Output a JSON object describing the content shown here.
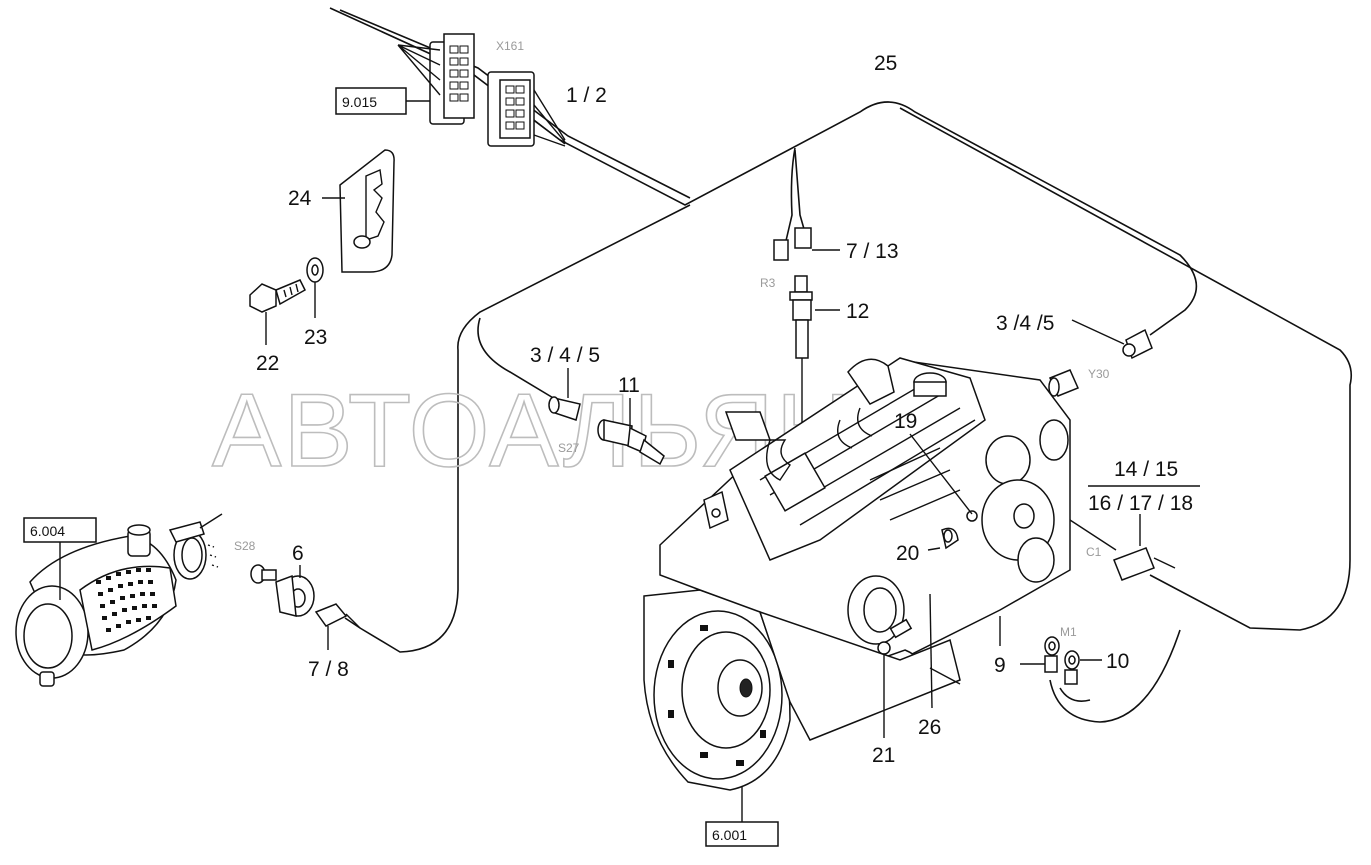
{
  "watermark": "АВТОАЛЬЯНС",
  "reference_boxes": {
    "ref_9015": "9.015",
    "ref_6004": "6.004",
    "ref_6001": "6.001"
  },
  "callouts": {
    "c_1_2": "1 / 2",
    "c_25": "25",
    "c_24": "24",
    "c_7_13": "7 / 13",
    "c_12": "12",
    "c_22": "22",
    "c_23": "23",
    "c_3_4_5_top": "3 /4 /5",
    "c_3_4_5_left": "3 / 4 / 5",
    "c_11": "11",
    "c_19": "19",
    "c_14_15": "14 / 15",
    "c_16_17_18": "16 / 17 / 18",
    "c_6": "6",
    "c_20": "20",
    "c_7_8": "7 / 8",
    "c_9": "9",
    "c_10": "10",
    "c_21": "21",
    "c_26": "26"
  },
  "connector_tags": {
    "x161": "X161",
    "r3": "R3",
    "y30": "Y30",
    "s27": "S27",
    "s28": "S28",
    "c1": "C1",
    "m1": "M1"
  }
}
